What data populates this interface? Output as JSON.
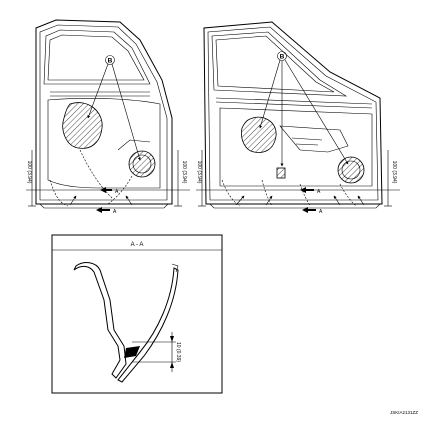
{
  "labels": {
    "callout_b": "B",
    "section_marker": "A",
    "section_title": "A - A",
    "dim_rear_left": "100 (3.94)",
    "dim_rear_right": "100 (3.94)",
    "dim_front_left": "100 (3.94)",
    "dim_front_right": "100 (3.94)",
    "dim_section": "10 (0.39)",
    "figure_id": "JSKIA2131ZZ"
  }
}
